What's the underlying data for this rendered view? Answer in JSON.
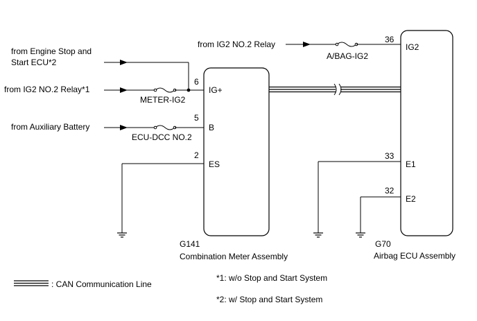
{
  "sources": {
    "engine_stop_line1": "from Engine Stop and",
    "engine_stop_line2": "Start ECU*2",
    "ig2_relay_1": "from IG2 NO.2 Relay*1",
    "aux_battery": "from Auxiliary Battery",
    "ig2_relay": "from IG2 NO.2 Relay"
  },
  "fuses": {
    "meter": "METER-IG2",
    "ecu_dcc": "ECU-DCC NO.2",
    "abag": "A/BAG-IG2"
  },
  "meter": {
    "code": "G141",
    "name": "Combination Meter Assembly",
    "pins": [
      {
        "num": "6",
        "label": "IG+"
      },
      {
        "num": "5",
        "label": "B"
      },
      {
        "num": "2",
        "label": "ES"
      }
    ]
  },
  "airbag": {
    "code": "G70",
    "name": "Airbag ECU Assembly",
    "pins": [
      {
        "num": "36",
        "label": "IG2"
      },
      {
        "num": "33",
        "label": "E1"
      },
      {
        "num": "32",
        "label": "E2"
      }
    ]
  },
  "legend": {
    "can_line": ": CAN Communication Line"
  },
  "notes": [
    "*1: w/o Stop and Start System",
    "*2: w/ Stop and Start System"
  ]
}
